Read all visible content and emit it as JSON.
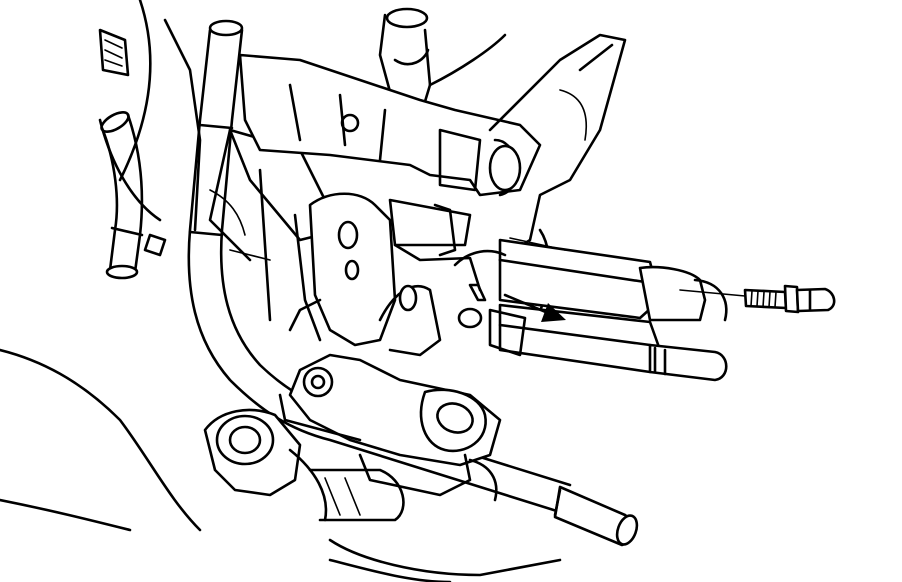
{
  "illustration": {
    "style": "black line-art technical illustration on white",
    "colors": {
      "line": "#000000",
      "background": "#ffffff"
    },
    "parts": [
      "engine-block",
      "mount-bracket",
      "vertical-fuel-pipe",
      "lower-pipe",
      "hose",
      "fuel-rail",
      "bolt",
      "arrow"
    ]
  }
}
